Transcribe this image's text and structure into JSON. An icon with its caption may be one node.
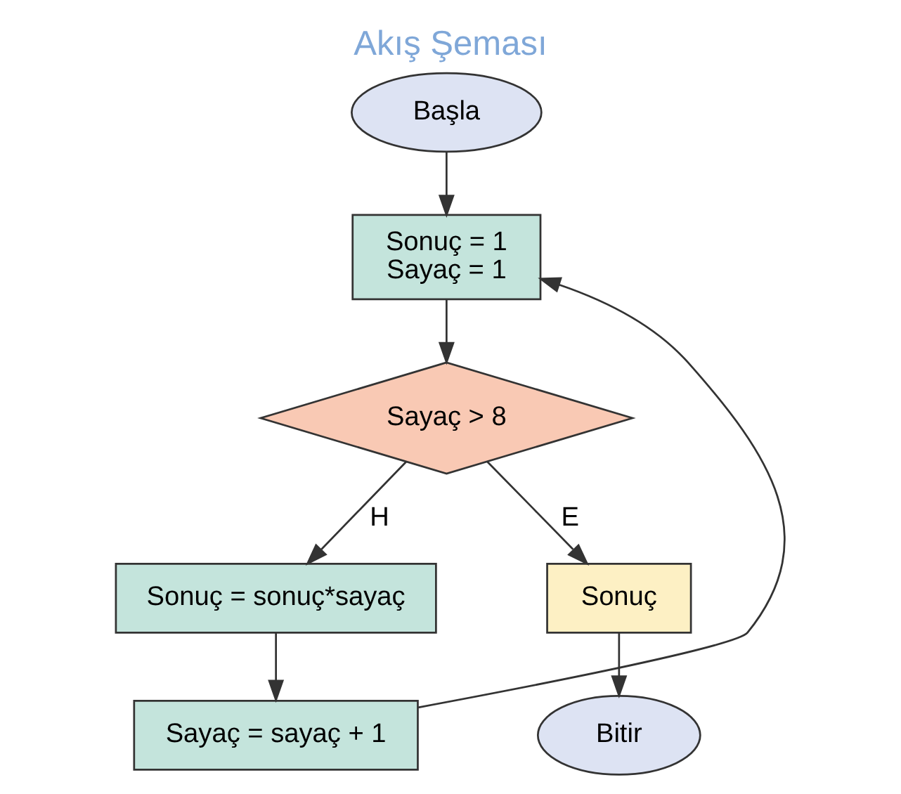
{
  "diagram": {
    "title": "Akış Şeması",
    "nodes": [
      {
        "text": [
          "Başla"
        ]
      },
      {
        "text": [
          "Sonuç = 1",
          "Sayaç = 1"
        ]
      },
      {
        "text": [
          "Sayaç > 8"
        ]
      },
      {
        "text": [
          "Sonuç = sonuç*sayaç"
        ]
      },
      {
        "text": [
          "Sayaç = sayaç + 1"
        ]
      },
      {
        "text": [
          "Sonuç"
        ]
      },
      {
        "text": [
          "Bitir"
        ]
      }
    ],
    "edges": [
      {
        "from": 0,
        "to": 1,
        "arrow": "to"
      },
      {
        "from": 1,
        "to": 2,
        "arrow": "to"
      },
      {
        "from": 2,
        "to": 3,
        "label": "H",
        "arrow": "to"
      },
      {
        "from": 2,
        "to": 5,
        "label": "E",
        "arrow": "to"
      },
      {
        "from": 3,
        "to": 4,
        "arrow": "to"
      },
      {
        "from": 4,
        "to": 1,
        "arrow": "to"
      },
      {
        "from": 5,
        "to": 6,
        "arrow": "to"
      }
    ]
  }
}
